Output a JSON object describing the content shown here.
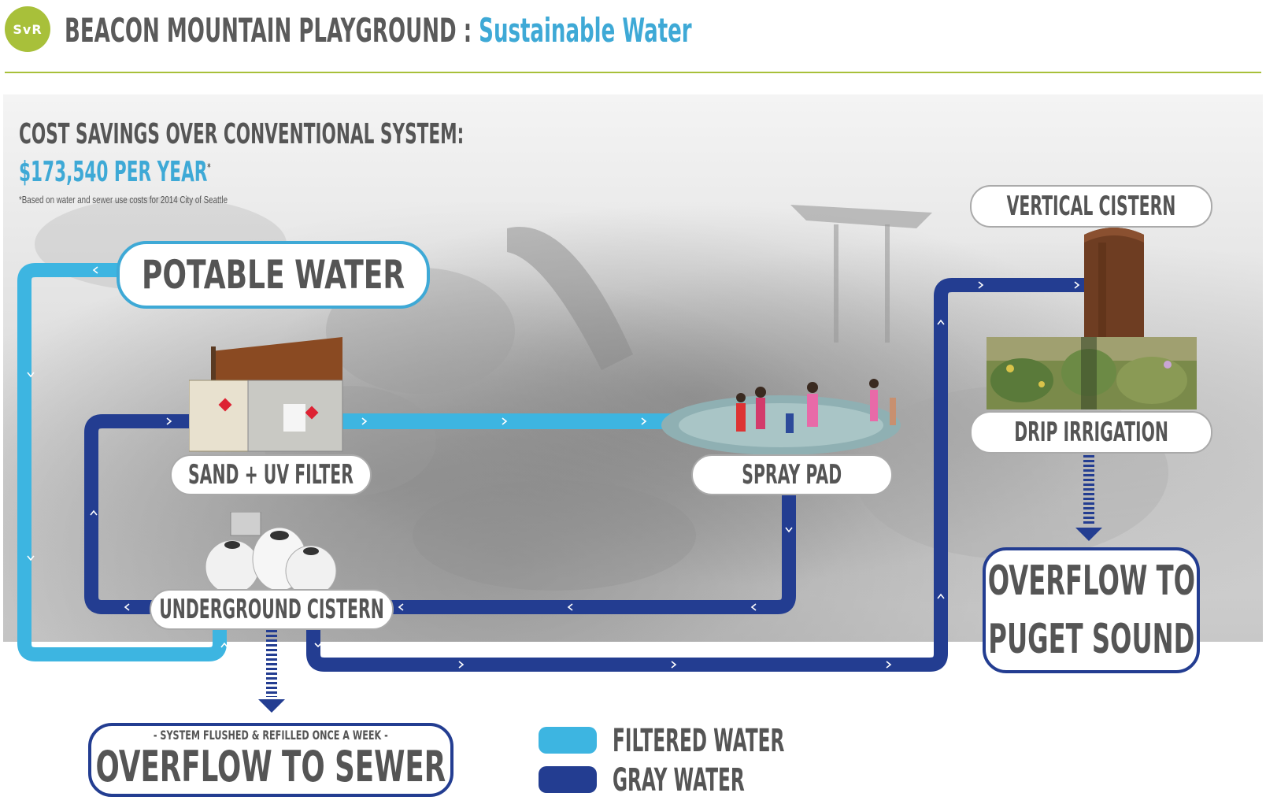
{
  "header": {
    "logo": "SvR",
    "title": "BEACON MOUNTAIN PLAYGROUND : ",
    "subtitle": "Sustainable Water"
  },
  "savings": {
    "heading": "COST SAVINGS OVER CONVENTIONAL SYSTEM:",
    "amount": "$173,540 PER YEAR",
    "footnote_mark": "*",
    "note": "*Based on water and sewer use costs for 2014 City of Seattle"
  },
  "labels": {
    "potable_water": "POTABLE WATER",
    "sand_uv_filter": "SAND + UV FILTER",
    "spray_pad": "SPRAY PAD",
    "underground_cistern": "UNDERGROUND CISTERN",
    "vertical_cistern": "VERTICAL CISTERN",
    "drip_irrigation": "DRIP IRRIGATION",
    "overflow_puget_line1": "OVERFLOW TO",
    "overflow_puget_line2": "PUGET SOUND",
    "sewer_note": "- SYSTEM FLUSHED & REFILLED ONCE A WEEK -",
    "overflow_sewer": "OVERFLOW TO SEWER"
  },
  "legend": [
    {
      "label": "FILTERED WATER",
      "color": "#3db5e1"
    },
    {
      "label": "GRAY WATER",
      "color": "#233d91"
    }
  ],
  "colors": {
    "filtered": "#3db5e1",
    "gray": "#233d91",
    "accent_green": "#a8c03a",
    "text": "#555555"
  }
}
